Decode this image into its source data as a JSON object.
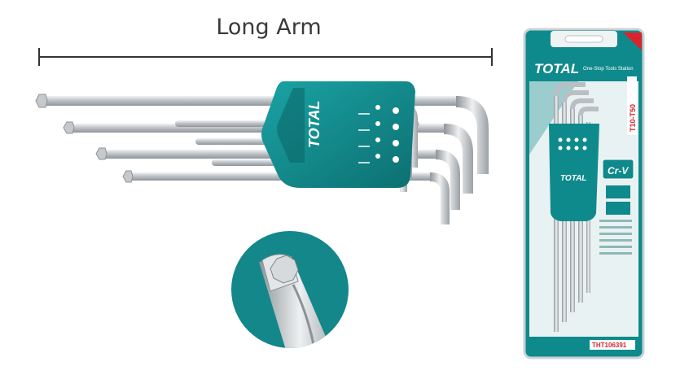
{
  "annotation": {
    "dimension_label": "Long Arm"
  },
  "holder": {
    "brand": "TOTAL"
  },
  "package": {
    "brand": "TOTAL",
    "tagline": "One-Stop Tools Station",
    "size_range": "T10-T50",
    "material_badge": "Cr-V",
    "model_number": "THT106391"
  },
  "colors": {
    "brand_teal": "#138789",
    "steel": "#c9cdd0",
    "package_teal": "#0f8a8c",
    "accent_red": "#d9232d"
  }
}
